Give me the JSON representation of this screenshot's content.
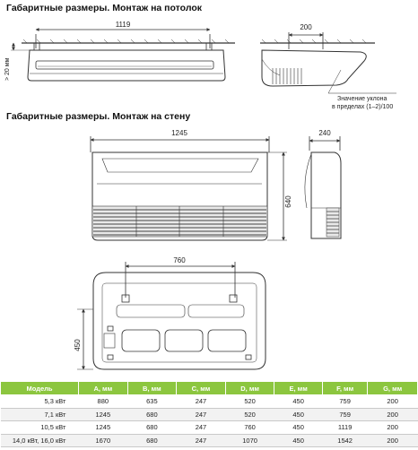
{
  "headings": {
    "ceiling": "Габаритные размеры. Монтаж на потолок",
    "wall": "Габаритные размеры. Монтаж на стену"
  },
  "dimensions": {
    "ceiling_width": "1119",
    "ceiling_side": "200",
    "min_gap": "> 20 мм",
    "wall_width": "1245",
    "wall_depth": "240",
    "wall_height": "640",
    "back_width": "760",
    "back_height": "450"
  },
  "slope_note": {
    "line1": "Значение уклона",
    "line2": "в пределах (1–2)/100"
  },
  "table": {
    "headers": [
      "Модель",
      "A, мм",
      "B, мм",
      "C, мм",
      "D, мм",
      "E, мм",
      "F, мм",
      "G, мм"
    ],
    "rows": [
      [
        "5,3 кВт",
        "880",
        "635",
        "247",
        "520",
        "450",
        "759",
        "200"
      ],
      [
        "7,1 кВт",
        "1245",
        "680",
        "247",
        "520",
        "450",
        "759",
        "200"
      ],
      [
        "10,5 кВт",
        "1245",
        "680",
        "247",
        "760",
        "450",
        "1119",
        "200"
      ],
      [
        "14,0 кВт, 16,0 кВт",
        "1670",
        "680",
        "247",
        "1070",
        "450",
        "1542",
        "200"
      ]
    ]
  },
  "colors": {
    "header_green": "#8cc63f",
    "line": "#333333"
  }
}
